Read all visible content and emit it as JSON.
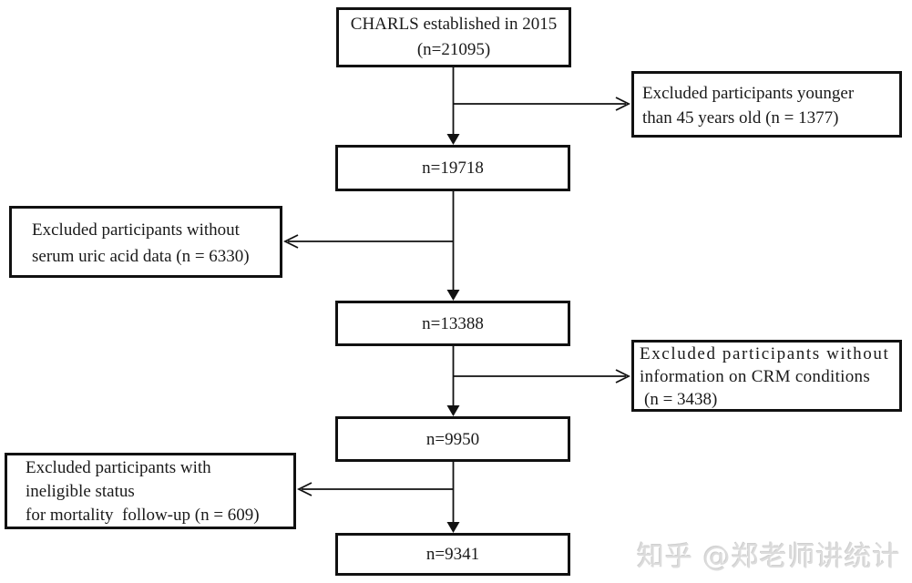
{
  "diagram": {
    "title_box": {
      "line1": "CHARLS established in 2015",
      "line2": "(n=21095)"
    },
    "sample_boxes": {
      "step1": "n=19718",
      "step2": "n=13388",
      "step3": "n=9950",
      "step4": "n=9341"
    },
    "exclusion_boxes": {
      "younger": {
        "line1": "Excluded participants younger",
        "line2": "than 45 years old (n = 1377)"
      },
      "uric_acid": {
        "line1": "Excluded participants without",
        "line2": "serum uric acid data (n = 6330)"
      },
      "crm": {
        "line1": "Excluded participants without",
        "line2": "information on CRM conditions",
        "line3": "(n = 3438)"
      },
      "mortality": {
        "line1": "Excluded participants with",
        "line2": "ineligible status",
        "line3": "for mortality  follow-up (n = 609)"
      }
    },
    "flow": {
      "initial_n": "21095",
      "after_age_exclusion_n": "19718",
      "after_uric_exclusion_n": "13388",
      "after_crm_exclusion_n": "9950",
      "final_n": "9341"
    },
    "colors": {
      "line": "#111111",
      "background": "#ffffff",
      "watermark": "#dcdcdc"
    }
  },
  "watermark": {
    "text": "知乎 @郑老师讲统计"
  }
}
